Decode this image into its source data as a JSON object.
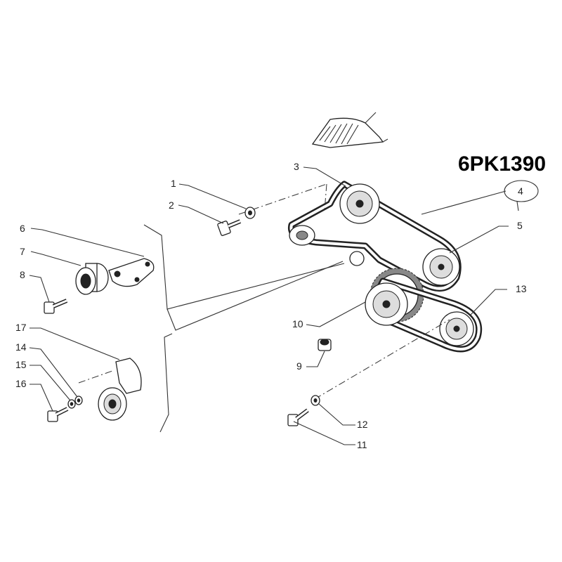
{
  "part_code": "6PK1390",
  "callouts": {
    "c1": "1",
    "c2": "2",
    "c3": "3",
    "c4": "4",
    "c5": "5",
    "c6": "6",
    "c7": "7",
    "c8": "8",
    "c9": "9",
    "c10": "10",
    "c11": "11",
    "c12": "12",
    "c13": "13",
    "c14": "14",
    "c15": "15",
    "c16": "16",
    "c17": "17"
  }
}
